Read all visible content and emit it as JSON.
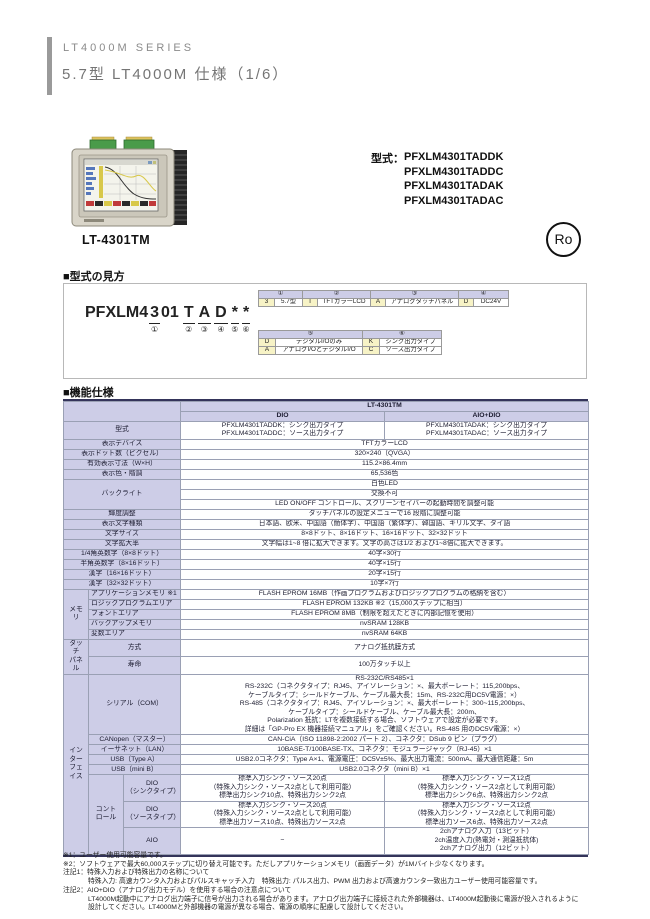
{
  "page": {
    "series": "LT4000M SERIES",
    "title": "5.7型 LT4000M 仕様（1/6）"
  },
  "product": {
    "image_caption": "LT-4301TM",
    "model_label": "型式：",
    "models": [
      "PFXLM4301TADDK",
      "PFXLM4301TADDC",
      "PFXLM4301TADAK",
      "PFXLM4301TADAC"
    ],
    "rohs_mark": "Ro"
  },
  "sections": {
    "model_code_title": "■型式の見方",
    "spec_title": "■機能仕様"
  },
  "model_code": {
    "code_segments": [
      {
        "ch": "PFXLM4",
        "num": ""
      },
      {
        "ch": "3",
        "num": "①"
      },
      {
        "ch": "01",
        "num": ""
      },
      {
        "ch": "T",
        "num": "②"
      },
      {
        "ch": "A",
        "num": "③"
      },
      {
        "ch": "D",
        "num": "④"
      },
      {
        "ch": "*",
        "num": "⑤"
      },
      {
        "ch": "*",
        "num": "⑥"
      }
    ],
    "table1": [
      {
        "num": "①",
        "code": "3",
        "desc": "5.7型"
      },
      {
        "num": "②",
        "code": "T",
        "desc": "TFTカラーLCD"
      },
      {
        "num": "③",
        "code": "A",
        "desc": "アナログタッチパネル"
      },
      {
        "num": "④",
        "code": "D",
        "desc": "DC24V"
      }
    ],
    "table2": {
      "groups": [
        {
          "num": "⑤",
          "rows": [
            {
              "code": "D",
              "desc": "デジタルI/Oのみ"
            },
            {
              "code": "A",
              "desc": "アナログI/OとデジタルI/O"
            }
          ]
        },
        {
          "num": "⑥",
          "rows": [
            {
              "code": "K",
              "desc": "シンク出力タイプ"
            },
            {
              "code": "C",
              "desc": "ソース出力タイプ"
            }
          ]
        }
      ]
    }
  },
  "spec": {
    "product": "LT-4301TM",
    "col_dio": "DIO",
    "col_aio": "AIO+DIO",
    "model": {
      "label": "型式",
      "dio": "PFXLM4301TADDK：シンク出力タイプ\nPFXLM4301TADDC：ソース出力タイプ",
      "aio": "PFXLM4301TADAK：シンク出力タイプ\nPFXLM4301TADAC：ソース出力タイプ"
    },
    "rows": [
      {
        "label": "表示デバイス",
        "value": "TFTカラーLCD"
      },
      {
        "label": "表示ドット数（ピクセル）",
        "value": "320×240（QVGA）"
      },
      {
        "label": "有効表示寸法（W×H）",
        "value": "115.2×86.4mm"
      },
      {
        "label": "表示色・階調",
        "value": "65,536色"
      },
      {
        "label": "輝度調整",
        "value": "タッチパネルの設定メニューで16 段階に調整可能"
      },
      {
        "label": "表示文字種類",
        "value": "日本語、欧米、中国語（簡体字）、中国語（繁体字）、韓国語、キリル文字、タイ語"
      },
      {
        "label": "文字サイズ",
        "value": "8×8ドット、8×16ドット、16×16ドット、32×32ドット"
      },
      {
        "label": "文字拡大率",
        "value": "文字幅は1~8 倍に拡大できます。文字の高さは1/2 および1~8倍に拡大できます。"
      },
      {
        "label": "1/4角英数字（8×8ドット）",
        "value": "40字×30行"
      },
      {
        "label": "半角英数字（8×16ドット）",
        "value": "40字×15行"
      },
      {
        "label": "漢字（16×16ドット）",
        "value": "20字×15行"
      },
      {
        "label": "漢字（32×32ドット）",
        "value": "10字×7行"
      }
    ],
    "backlight": {
      "label": "バックライト",
      "v1": "白色LED",
      "v2": "交換不可",
      "v3": "LED ON/OFF コントロール、スクリーンセイバーの起動時間を調整可能"
    },
    "memory": {
      "label": "メモリ",
      "items": [
        {
          "label": "アプリケーションメモリ ※1",
          "value": "FLASH EPROM 16MB（作画プログラムおよびロジックプログラムの格納を含む）"
        },
        {
          "label": "ロジックプログラムエリア",
          "value": "FLASH EPROM 132KB ※2（15,000ステップに相当）"
        },
        {
          "label": "フォントエリア",
          "value": "FLASH EPROM 8MB（制限を超えたときに内部記憶を使用）"
        },
        {
          "label": "バックアップメモリ",
          "value": "nvSRAM 128KB"
        },
        {
          "label": "変数エリア",
          "value": "nvSRAM 64KB"
        }
      ]
    },
    "touch": {
      "label": "タッチ\nパネル",
      "items": [
        {
          "label": "方式",
          "value": "アナログ抵抗膜方式"
        },
        {
          "label": "寿命",
          "value": "100万タッチ以上"
        }
      ]
    },
    "interface": {
      "label": "インター\nフェイス",
      "serial": {
        "label": "シリアル（COM）",
        "value": "RS-232C/RS485×1\nRS-232C（コネクタタイプ：RJ45、アイソレーション：×、最大ボーレート：115,200bps、\nケーブルタイプ：シールドケーブル、ケーブル最大長：15m、RS-232C用DC5V電源：×）\nRS-485（コネクタタイプ：RJ45、アイソレーション：×、最大ボーレート：300~115,200bps、\nケーブルタイプ：シールドケーブル、ケーブル最大長：200m、\nPolarization 抵抗：LTを複数接続する場合、ソフトウェアで設定が必要です。\n詳細は「GP-Pro EX 機器接続マニュアル」をご確認ください。RS-485 用のDC5V電源：×）"
      },
      "canopen": {
        "label": "CANopen（マスター）",
        "value": "CAN-CiA（ISO 11898-2:2002 パート 2）、コネクタ：DSub 9 ピン（プラグ）"
      },
      "ethernet": {
        "label": "イーサネット（LAN）",
        "value": "10BASE-T/100BASE-TX、コネクタ：モジュラージャック（RJ-45）×1"
      },
      "usb_a": {
        "label": "USB（Type A）",
        "value": "USB2.0コネクタ：Type A×1、電源電圧：DC5V±5%、最大出力電流：500mA、最大通信距離：5m"
      },
      "usb_b": {
        "label": "USB（mini B）",
        "value": "USB2.0コネクタ（mini B）×1"
      }
    },
    "control": {
      "label": "コント\nロール",
      "dio_sink": {
        "label": "DIO\n（シンクタイプ）",
        "dio": "標準入力シンク・ソース20点\n（特殊入力シンク・ソース2点として利用可能）\n標準出力シンク10点、特殊出力シンク2点",
        "aio": "標準入力シンク・ソース12点\n（特殊入力シンク・ソース2点として利用可能）\n標準出力シンク6点、特殊出力シンク2点"
      },
      "dio_source": {
        "label": "DIO\n（ソースタイプ）",
        "dio": "標準入力シンク・ソース20点\n（特殊入力シンク・ソース2点として利用可能）\n標準出力ソース10点、特殊出力ソース2点",
        "aio": "標準入力シンク・ソース12点\n（特殊入力シンク・ソース2点として利用可能）\n標準出力ソース6点、特殊出力ソース2点"
      },
      "aio": {
        "label": "AIO",
        "dio": "−",
        "aio": "2chアナログ入力（13ビット）\n2ch温度入力(熱電対・測温抵抗体)\n2chアナログ出力（12ビット）"
      }
    },
    "footnotes": [
      {
        "text": "※1：ユーザー使用可能容量です。"
      },
      {
        "text": "※2：ソフトウェアで最大60,000ステップに切り替え可能です。ただしアプリケーションメモリ（画面データ）が1Mバイト少なくなります。"
      },
      {
        "text": "注記1：特殊入力および特殊出力の名称について"
      },
      {
        "text": "特殊入力: 高速カウンタ入力およびパルスキャッチ入力　特殊出力: パルス出力、PWM 出力および高速カウンタ一致出力ユーザー使用可能容量です。"
      },
      {
        "text": "注記2：AIO+DIO（アナログ出力モデル）を使用する場合の注意点について"
      },
      {
        "text": "LT4000M起動中にアナログ出力端子に信号が出力される場合があります。アナログ出力端子に接続された外部機器は、LT4000M起動後に電源が投入されるように"
      },
      {
        "text": "設計してください。LT4000Mと外部機器の電源が異なる場合、電源の順序に配慮して設計してください。"
      }
    ]
  }
}
